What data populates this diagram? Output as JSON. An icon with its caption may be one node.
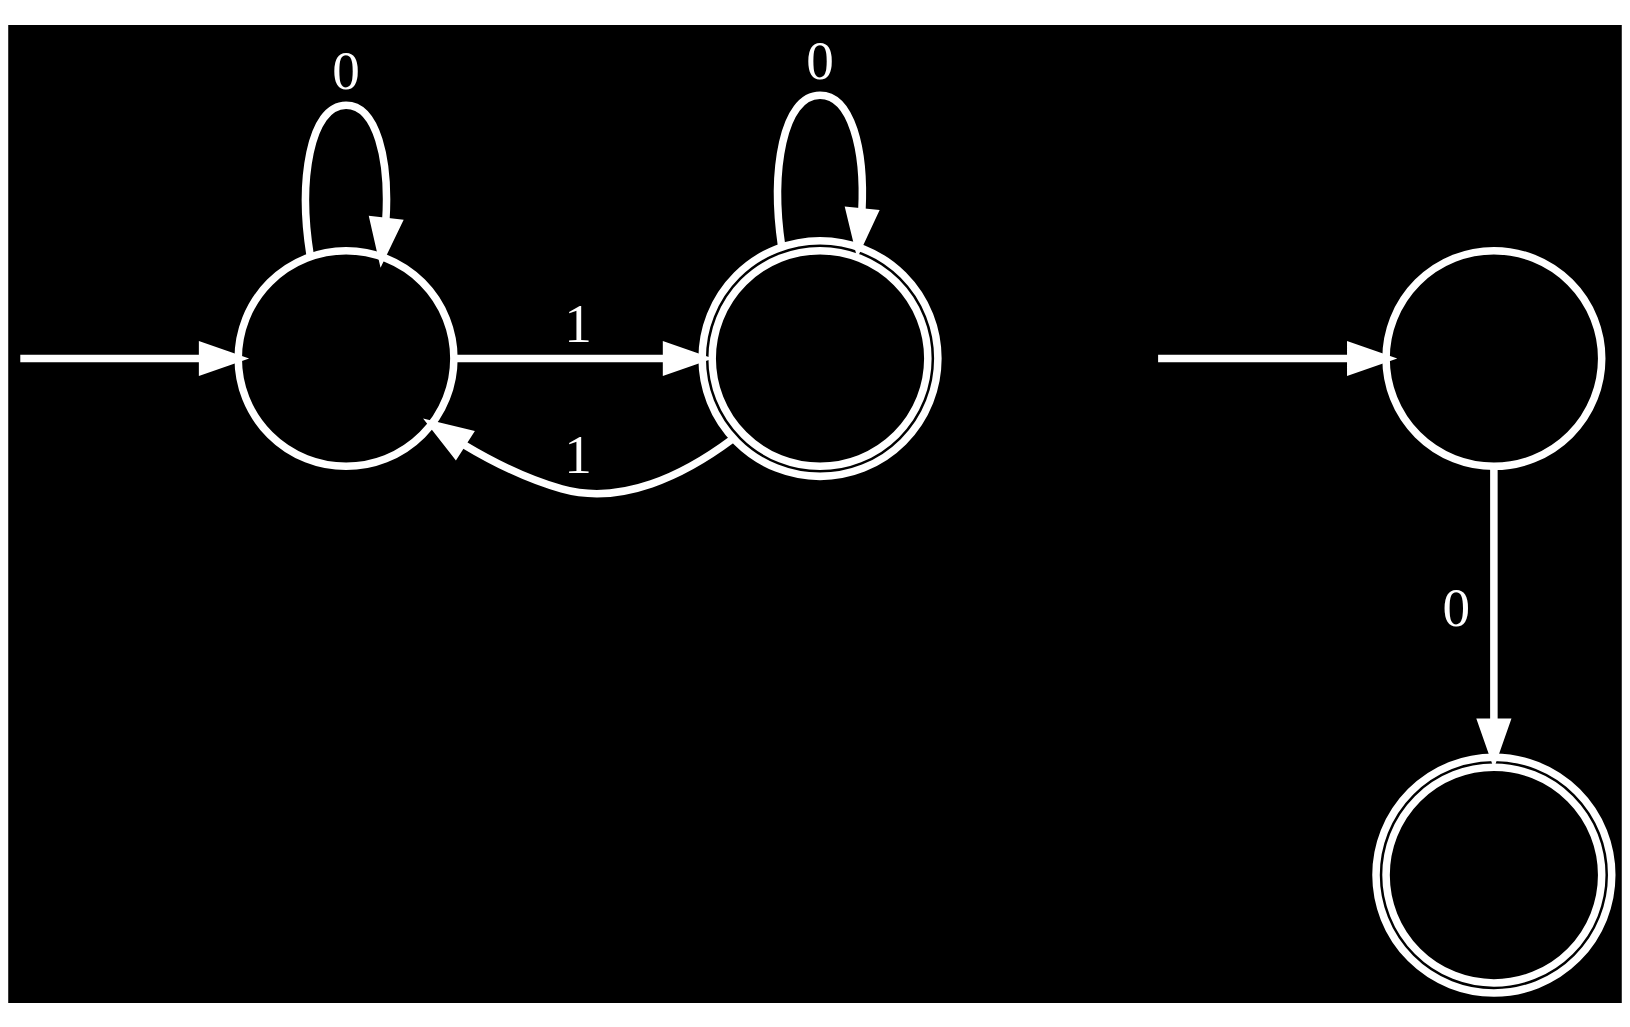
{
  "diagram": {
    "nodes": [
      {
        "text": [],
        "shape": "circle"
      },
      {
        "text": [],
        "shape": "doublecircle"
      },
      {
        "text": [],
        "shape": "circle"
      },
      {
        "text": [],
        "shape": "doublecircle"
      }
    ],
    "edges": [
      {
        "from": null,
        "to": 0,
        "arrow": "to"
      },
      {
        "from": 0,
        "to": 0,
        "label": "0",
        "arrow": "to"
      },
      {
        "from": 1,
        "to": 1,
        "label": "0",
        "arrow": "to"
      },
      {
        "from": 1,
        "to": 0,
        "label": "1",
        "arrow": "to"
      },
      {
        "from": 0,
        "to": 1,
        "label": "1",
        "arrow": "to"
      },
      {
        "from": null,
        "to": 2,
        "arrow": "to"
      },
      {
        "from": 2,
        "to": 3,
        "label": "0",
        "arrow": "to"
      }
    ]
  }
}
